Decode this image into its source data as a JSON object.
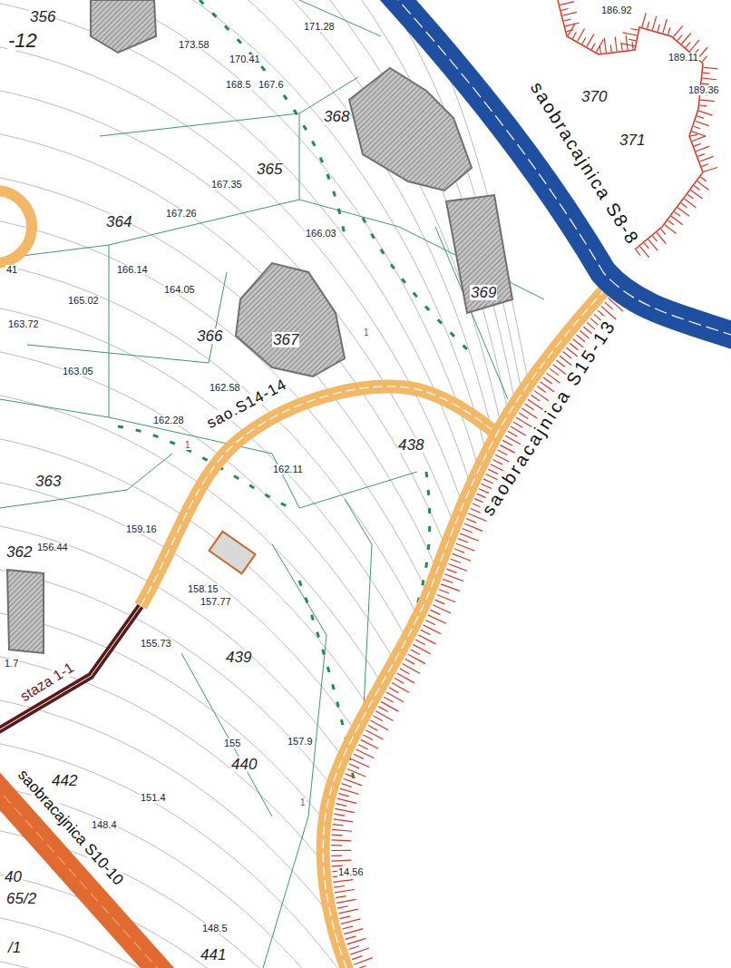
{
  "diagram": {
    "labels": [
      "356",
      "-12",
      "173.58",
      "171.28",
      "170.41",
      "168.5",
      "167.6",
      "368",
      "365",
      "167.35",
      "364",
      "167.26",
      "166.03",
      "41",
      "166.14",
      "164.05",
      "165.02",
      "163.72",
      "366",
      "367",
      "369",
      "163.05",
      "162.58",
      "162.28",
      "sao.S14-14",
      "162.11",
      "363",
      "438",
      "159.16",
      "156.44",
      "362",
      "158.15",
      "157.77",
      "155.73",
      "439",
      "staza 1-1",
      "1.7",
      "155",
      "440",
      "157.9",
      "saobracajnica S10-10",
      "442",
      "151.4",
      "148.4",
      "40",
      "65/2",
      "148.5",
      "/1",
      "441",
      "saobracajnica S15-13",
      "saobracajnica S8-8",
      "370",
      "371",
      "186.92",
      "189.11",
      "189.36",
      "14.56",
      "1",
      "1",
      "1"
    ]
  }
}
